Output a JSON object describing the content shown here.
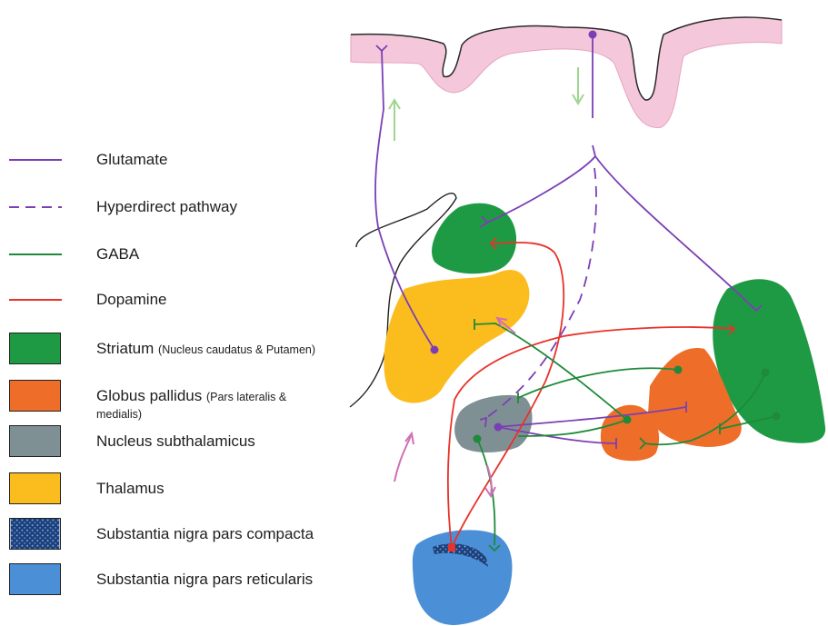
{
  "legend": {
    "glutamate": "Glutamate",
    "hyperdirect": "Hyperdirect pathway",
    "gaba": "GABA",
    "dopamine": "Dopamine",
    "striatum": "Striatum",
    "striatum_detail": "(Nucleus caudatus & Putamen)",
    "globus": "Globus pallidus",
    "globus_detail_1": "(Pars lateralis &",
    "globus_detail_2": "medialis)",
    "subthalamic": "Nucleus subthalamicus",
    "thalamus": "Thalamus",
    "snc": "Substantia nigra pars compacta",
    "snr": "Substantia nigra pars reticularis"
  },
  "colors": {
    "glutamate": "#7b3fb5",
    "gaba": "#1e8a3a",
    "dopamine": "#e8322a",
    "striatum": "#1f9a44",
    "globus_pallidus": "#ee6d28",
    "subthalamic": "#7f9095",
    "thalamus": "#fbbd1e",
    "snc": "#1d3f7a",
    "snr": "#4b8fd6",
    "cortex": "#f4c8da",
    "arrow_up": "#9fd68f",
    "arrow_pink": "#d070b4"
  }
}
